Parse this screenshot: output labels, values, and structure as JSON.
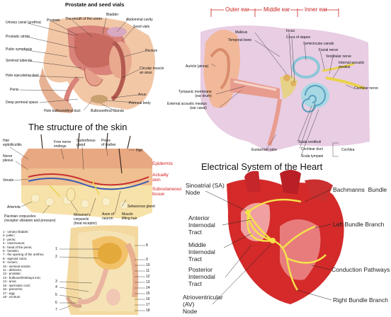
{
  "prostate": {
    "title": "Prostate and seed vials",
    "labels_left": [
      "Urinary canal (urethra)",
      "Prostatic utricle",
      "Pubic symphysis",
      "Seminal tubercle",
      "Hole ejaculatory duct",
      "Penis",
      "Deep perineal space",
      "Hole bulbourethral duct"
    ],
    "labels_top": [
      "Prostate",
      "The mouth of the ureter",
      "Bladder",
      "Abdominal cavity",
      "Seed vials"
    ],
    "labels_right": [
      "Rectum",
      "Circular muscle\nan anus",
      "Anus",
      "Perineal body",
      "Bulbourethral Glands"
    ]
  },
  "ear": {
    "sections": [
      "Outer ear",
      "Middle ear",
      "Inner ear"
    ],
    "labels": [
      "Malleus",
      "Temporal bone",
      "Incus",
      "Crura of stapes",
      "Semicircular canals",
      "Facial nerve",
      "Vestibular nerve",
      "Internal aocustic\nmeatus",
      "Auricle (pinna)",
      "Cochlear nerve",
      "Tympanic membrane\n(ear drum)",
      "External acoustic meatus\n(ear canal)",
      "Scala vestibuli",
      "Cochlear duct",
      "Scala tympani",
      "Eustachian tube",
      "Cochlea"
    ]
  },
  "skin": {
    "title": "The structure of the skin",
    "labels": [
      "Hair\nepitolliculitis",
      "Free nerve\nendings",
      "Sudorifeous\ngland",
      "Pores\nof leather",
      "Hair",
      "Nerve\nplexus",
      "Venule",
      "Arteriola",
      "Pacinian corpuscles\n(receptor vibration and pressure)",
      "Meissner's\ncorpuscle\n(heat receptor)",
      "Axon of\nneuron",
      "Sebaceous gland",
      "Muscle\nlifting hair"
    ],
    "layers": [
      "Epidermis",
      "Actually\nskin",
      "Subcutaneous\ntissue"
    ]
  },
  "heart": {
    "title": "Electrical System of the Heart",
    "labels_left": [
      "Sinoatrial (SA)\nNode",
      "Anterior\nInternodal\nTract",
      "Middle\nInternodal\nTract",
      "Posterior\nInternodal\nTract",
      "Atrioventricular\n(AV)\nNode"
    ],
    "labels_right": [
      "Bachmanns  Bundle",
      "Left Bundle Branch",
      "Conduction Pathways",
      "Right Bundle Branch"
    ]
  },
  "legend": {
    "items": [
      "1 - urinary bladder;",
      "2- pubic;",
      "3 - penis;",
      "4 - cavernosum;",
      "5 - head of the penis;",
      "6 - foreskin;",
      "7 - the opening of the urethra;",
      "8 - sigmoid colon;",
      "9 - rectum;",
      "10 - seminal vesicle;",
      "11 - deferens;",
      "12 - prostate;",
      "13 - bulbourethralnaya iron;",
      "14 - anus;",
      "15 - spermatic cord;",
      "16 - parorchis;",
      "17 - egg;",
      "18 - scrotum"
    ],
    "numbers_left": [
      "1",
      "2",
      "3",
      "4",
      "5",
      "6",
      "7"
    ],
    "numbers_right": [
      "8",
      "9",
      "10",
      "11",
      "12",
      "13",
      "14",
      "15",
      "16",
      "17",
      "18"
    ]
  }
}
